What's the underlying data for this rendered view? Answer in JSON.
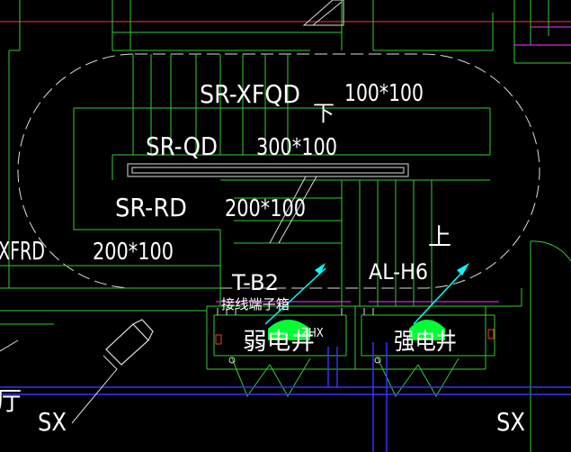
{
  "labels": {
    "sr_xfqd": "SR-XFQD",
    "size_100x100": "100*100",
    "xia": "下",
    "sr_qd": "SR-QD",
    "size_300x100": "300*100",
    "sr_rd": "SR-RD",
    "size_200x100_a": "200*100",
    "shang": "上",
    "xfrd": "XFRD",
    "size_200x100_b": "200*100",
    "t_b2": "T-B2",
    "al_h6": "AL-H6",
    "terminal_box": "接线端子箱",
    "weak_well": "弱电井",
    "zhx": "ZHX",
    "strong_well": "强电井",
    "sx_left": "SX",
    "sx_right": "SX",
    "ting": "厅"
  },
  "colors": {
    "background": "#000000",
    "green": "#33cc33",
    "cyan": "#00ffff",
    "blue": "#3333ff",
    "white": "#ffffff",
    "magenta": "#ff33ff",
    "red": "#ff3333",
    "fill_green": "#00ff33"
  }
}
